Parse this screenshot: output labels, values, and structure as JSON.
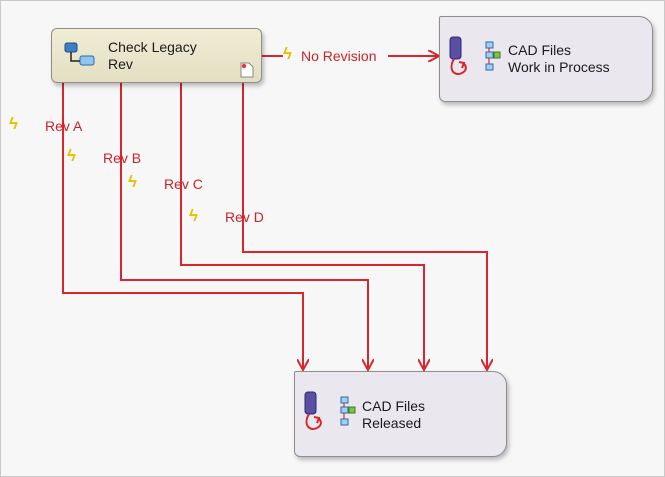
{
  "nodes": {
    "check": {
      "title": "Check Legacy\nRev",
      "icon": "decision-icon",
      "badge": "document-icon"
    },
    "wip": {
      "title": "CAD Files\nWork in Process",
      "icon": "state-icon"
    },
    "released": {
      "title": "CAD Files\nReleased",
      "icon": "state-icon"
    }
  },
  "transitions": [
    {
      "label": "No Revision",
      "icon": "lightning-icon"
    },
    {
      "label": "Rev A",
      "icon": "lightning-icon"
    },
    {
      "label": "Rev B",
      "icon": "lightning-icon"
    },
    {
      "label": "Rev C",
      "icon": "lightning-icon"
    },
    {
      "label": "Rev D",
      "icon": "lightning-icon"
    }
  ],
  "colors": {
    "wire": "#d7262e",
    "decision_fill": "#e9e6cc",
    "state_fill": "#ebe7ee",
    "bolt": "#e8c000"
  }
}
